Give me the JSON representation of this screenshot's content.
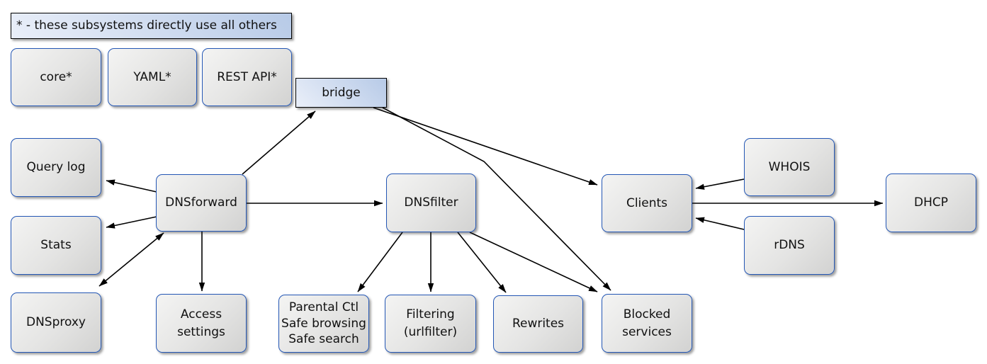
{
  "legend": {
    "text": "* - these subsystems directly use all others"
  },
  "nodes": {
    "core": {
      "lines": [
        "core*"
      ]
    },
    "yaml": {
      "lines": [
        "YAML*"
      ]
    },
    "restapi": {
      "lines": [
        "REST API*"
      ]
    },
    "bridge": {
      "lines": [
        "bridge"
      ]
    },
    "querylog": {
      "lines": [
        "Query log"
      ]
    },
    "stats": {
      "lines": [
        "Stats"
      ]
    },
    "dnsproxy": {
      "lines": [
        "DNSproxy"
      ]
    },
    "dnsforward": {
      "lines": [
        "DNSforward"
      ]
    },
    "access": {
      "lines": [
        "Access",
        "settings"
      ]
    },
    "dnsfilter": {
      "lines": [
        "DNSfilter"
      ]
    },
    "parental": {
      "lines": [
        "Parental Ctl",
        "Safe browsing",
        "Safe search"
      ]
    },
    "filtering": {
      "lines": [
        "Filtering",
        "(urlfilter)"
      ]
    },
    "rewrites": {
      "lines": [
        "Rewrites"
      ]
    },
    "blocked": {
      "lines": [
        "Blocked",
        "services"
      ]
    },
    "clients": {
      "lines": [
        "Clients"
      ]
    },
    "whois": {
      "lines": [
        "WHOIS"
      ]
    },
    "rdns": {
      "lines": [
        "rDNS"
      ]
    },
    "dhcp": {
      "lines": [
        "DHCP"
      ]
    }
  },
  "diagram_data": {
    "type": "architecture-diagram",
    "edges": [
      {
        "from": "DNSforward",
        "to": "bridge",
        "bidirectional": false
      },
      {
        "from": "bridge",
        "to": "Clients",
        "bidirectional": false
      },
      {
        "from": "bridge",
        "to": "Blocked services",
        "bidirectional": false
      },
      {
        "from": "DNSforward",
        "to": "Query log",
        "bidirectional": false
      },
      {
        "from": "DNSforward",
        "to": "Stats",
        "bidirectional": false
      },
      {
        "from": "DNSforward",
        "to": "DNSproxy",
        "bidirectional": true
      },
      {
        "from": "DNSforward",
        "to": "Access settings",
        "bidirectional": false
      },
      {
        "from": "DNSforward",
        "to": "DNSfilter",
        "bidirectional": false
      },
      {
        "from": "DNSfilter",
        "to": "Parental Ctl / Safe browsing / Safe search",
        "bidirectional": false
      },
      {
        "from": "DNSfilter",
        "to": "Filtering (urlfilter)",
        "bidirectional": false
      },
      {
        "from": "DNSfilter",
        "to": "Rewrites",
        "bidirectional": false
      },
      {
        "from": "DNSfilter",
        "to": "Blocked services",
        "bidirectional": false
      },
      {
        "from": "WHOIS",
        "to": "Clients",
        "bidirectional": false
      },
      {
        "from": "rDNS",
        "to": "Clients",
        "bidirectional": false
      },
      {
        "from": "Clients",
        "to": "DHCP",
        "bidirectional": false
      }
    ]
  },
  "colors": {
    "accent_border": "#2457b5",
    "box_fill_light": "#f4f4f3",
    "box_fill_dark": "#d2d2d1",
    "blue_fill_light": "#eaeff9",
    "blue_fill_dark": "#b7cae7",
    "line_color": "#000000",
    "text_color": "#111111"
  }
}
